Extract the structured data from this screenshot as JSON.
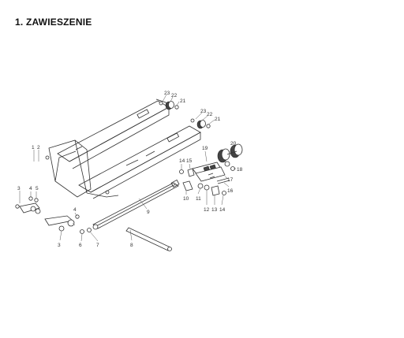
{
  "title": "1. ZAWIESZENIE",
  "labels": [
    "1",
    "2",
    "3",
    "3",
    "4",
    "4",
    "5",
    "6",
    "7",
    "8",
    "9",
    "10",
    "11",
    "12",
    "13",
    "14",
    "14",
    "15",
    "16",
    "17",
    "18",
    "19",
    "20",
    "21",
    "21",
    "22",
    "22",
    "23",
    "23"
  ]
}
